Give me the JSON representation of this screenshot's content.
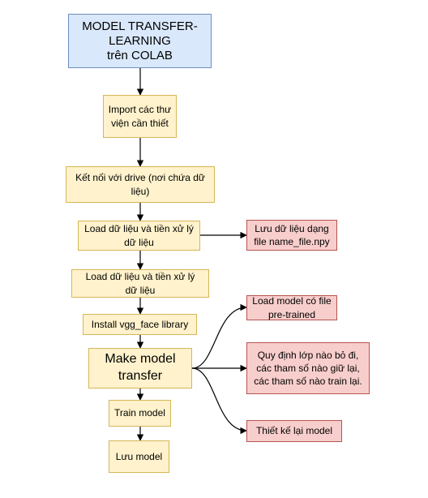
{
  "diagram": {
    "nodes": {
      "title": "MODEL TRANSFER-\nLEARNING\ntrên COLAB",
      "import_libs": "Import các thư\nviện cần thiết",
      "connect_drive": "Kết nối với drive (nơi chứa dữ\nliệu)",
      "load_preprocess_1": "Load dữ liệu và tiền xử lý\ndữ liệu",
      "save_npy": "Lưu dữ liệu dạng\nfile name_file.npy",
      "load_preprocess_2": "Load dữ liệu và tiền xử lý\ndữ liệu",
      "install_vgg": "Install vgg_face library",
      "make_model": "Make model\ntransfer",
      "load_pretrained": "Load model có file\npre-trained",
      "freeze_layers": "Quy định lớp nào bỏ đi,\ncác tham số nào giữ lại,\ncác tham số nào train lại.",
      "redesign_model": "Thiết kế lại model",
      "train_model": "Train model",
      "save_model": "Lưu model"
    },
    "colors": {
      "process_fill": "#fff2cc",
      "process_border": "#d6b656",
      "title_fill": "#dae8fc",
      "title_border": "#6c8ebf",
      "note_fill": "#f8cecc",
      "note_border": "#b85450",
      "edge": "#000000"
    }
  }
}
